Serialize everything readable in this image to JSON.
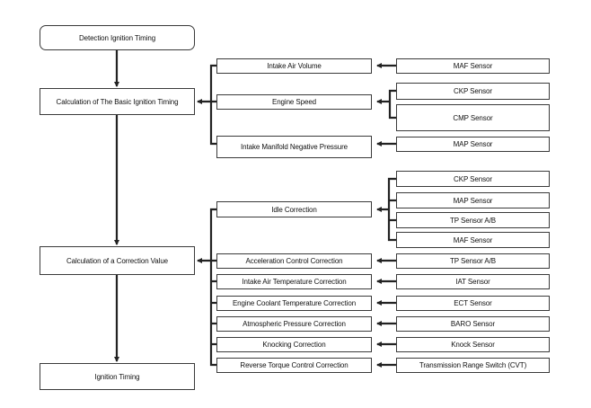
{
  "main_flow": {
    "detection": "Detection Ignition Timing",
    "basic": "Calculation of The Basic Ignition Timing",
    "correction": "Calculation of a Correction Value",
    "ignition": "Ignition Timing"
  },
  "basic_inputs": {
    "intake_air_volume": "Intake Air Volume",
    "engine_speed": "Engine Speed",
    "intake_manifold": "Intake Manifold Negative Pressure"
  },
  "basic_sensors": {
    "maf": "MAF Sensor",
    "ckp": "CKP Sensor",
    "cmp": "CMP Sensor",
    "map": "MAP Sensor"
  },
  "corrections": {
    "idle": "Idle Correction",
    "acceleration": "Acceleration Control Correction",
    "intake_air_temp": "Intake Air Temperature Correction",
    "coolant_temp": "Engine Coolant Temperature Correction",
    "atmospheric": "Atmospheric Pressure Correction",
    "knocking": "Knocking Correction",
    "reverse_torque": "Reverse Torque Control Correction"
  },
  "correction_sensors": {
    "idle_ckp": "CKP Sensor",
    "idle_map": "MAP Sensor",
    "idle_tp": "TP Sensor A/B",
    "idle_maf": "MAF Sensor",
    "accel_tp": "TP Sensor A/B",
    "iat": "IAT Sensor",
    "ect": "ECT Sensor",
    "baro": "BARO Sensor",
    "knock": "Knock Sensor",
    "trs": "Transmission Range Switch (CVT)"
  }
}
